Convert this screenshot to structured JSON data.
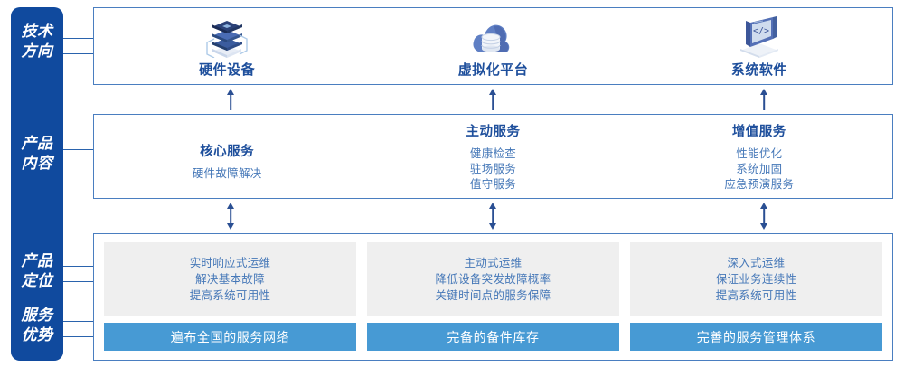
{
  "diagram": {
    "title_colors": {
      "rail_bg": "#104a9e",
      "panel_border": "#4a7ec0",
      "heading_blue": "#1e4f9c",
      "body_blue": "#4678b8",
      "gray_box": "#efefef",
      "advantage_bar": "#479ad4",
      "arrow": "#2a4f93"
    },
    "rail_labels": [
      {
        "id": "tech-direction",
        "text": "技术\n方向"
      },
      {
        "id": "product-content",
        "text": "产品\n内容"
      },
      {
        "id": "product-position",
        "text": "产品\n定位"
      },
      {
        "id": "service-advantage",
        "text": "服务\n优势"
      }
    ],
    "tech_direction": {
      "items": [
        {
          "icon": "server-stack-icon",
          "label": "硬件设备"
        },
        {
          "icon": "cloud-database-icon",
          "label": "虚拟化平台"
        },
        {
          "icon": "code-window-icon",
          "label": "系统软件"
        }
      ]
    },
    "product_content": {
      "columns": [
        {
          "title": "核心服务",
          "items": [
            "硬件故障解决"
          ]
        },
        {
          "title": "主动服务",
          "items": [
            "健康检查",
            "驻场服务",
            "值守服务"
          ]
        },
        {
          "title": "增值服务",
          "items": [
            "性能优化",
            "系统加固",
            "应急预演服务"
          ]
        }
      ]
    },
    "product_position": {
      "columns": [
        {
          "items": [
            "实时响应式运维",
            "解决基本故障",
            "提高系统可用性"
          ],
          "advantage": "遍布全国的服务网络"
        },
        {
          "items": [
            "主动式运维",
            "降低设备突发故障概率",
            "关键时间点的服务保障"
          ],
          "advantage": "完备的备件库存"
        },
        {
          "items": [
            "深入式运维",
            "保证业务连续性",
            "提高系统可用性"
          ],
          "advantage": "完善的服务管理体系"
        }
      ]
    },
    "arrows": {
      "tech_to_content": {
        "type": "single-up",
        "count": 3
      },
      "content_to_position": {
        "type": "double",
        "count": 3
      }
    }
  }
}
